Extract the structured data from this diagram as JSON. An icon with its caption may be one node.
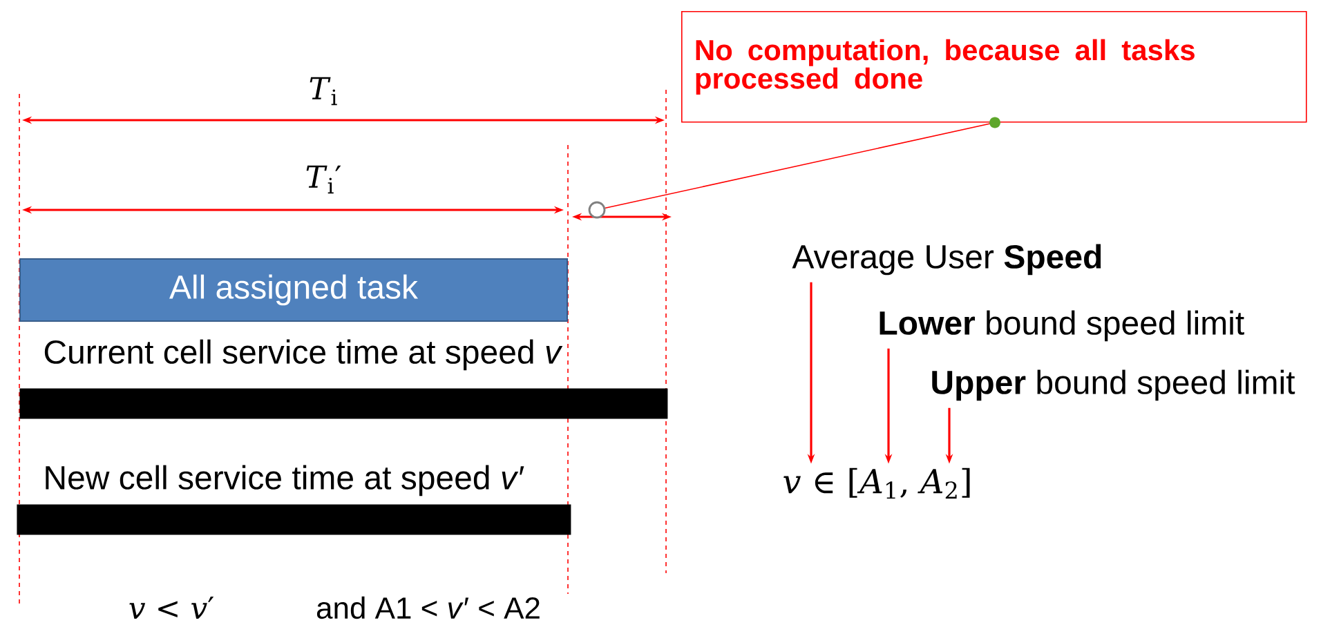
{
  "diagram": {
    "nodes": [
      {
        "text": [
          "No computation, because all tasks processed done"
        ]
      },
      {
        "text": [],
        "shape": "circle"
      },
      {
        "text": [
          "All assigned task"
        ]
      },
      {
        "text": [
          "Current cell service time at speed *v*"
        ]
      },
      {
        "text": [
          "New cell service time at speed *v*′"
        ]
      },
      {
        "text": [
          "Average User **Speed**"
        ]
      },
      {
        "text": [
          "**Lower** bound speed limit"
        ]
      },
      {
        "text": [
          "**Upper** bound speed limit"
        ]
      },
      {
        "text": [
          "*v* ∈ [*A*$_{1}$, *A*$_{2}$]"
        ]
      }
    ],
    "edges": [
      {
        "from": 0,
        "to": 1,
        "arrow": "other"
      },
      {
        "from": 5,
        "to": 8,
        "arrow": "to"
      },
      {
        "from": 6,
        "to": 8,
        "arrow": "to"
      },
      {
        "from": 7,
        "to": 8,
        "arrow": "to"
      }
    ],
    "labels": [
      "*T*$_{i}$",
      "*T*$_{i}$′",
      "*v* < *v*′",
      "and A1 < *v*′ < A2"
    ]
  }
}
